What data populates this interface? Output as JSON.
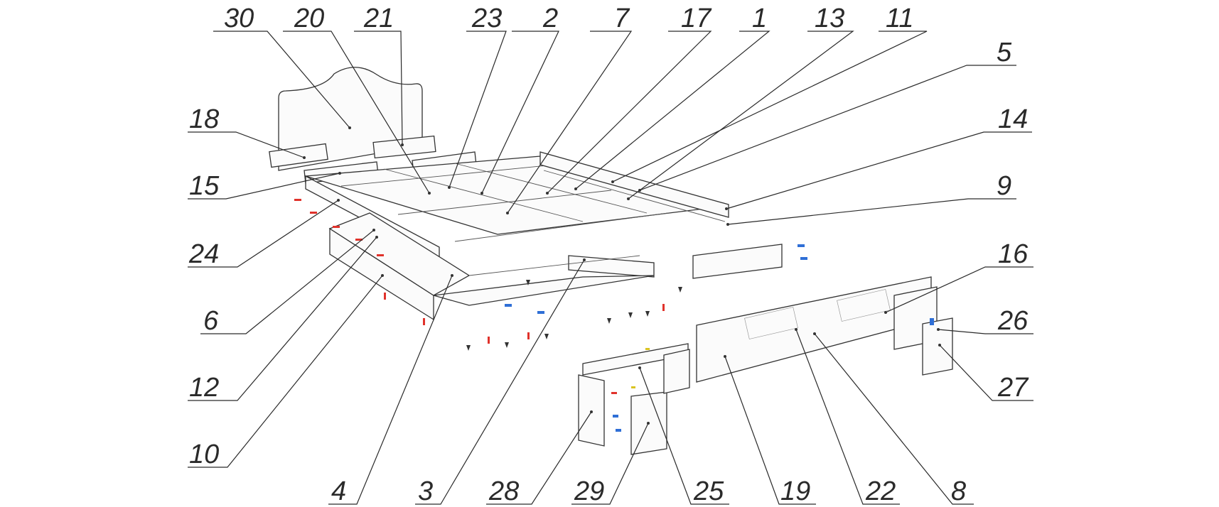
{
  "diagram": {
    "colors": {
      "line": "#2a2a2a",
      "hardware_red": "#e0322b",
      "hardware_blue": "#2f6fd6",
      "hardware_yellow": "#d9c321"
    },
    "callouts": [
      {
        "id": "30",
        "label": "30"
      },
      {
        "id": "20",
        "label": "20"
      },
      {
        "id": "21",
        "label": "21"
      },
      {
        "id": "23",
        "label": "23"
      },
      {
        "id": "2",
        "label": "2"
      },
      {
        "id": "7",
        "label": "7"
      },
      {
        "id": "17",
        "label": "17"
      },
      {
        "id": "1",
        "label": "1"
      },
      {
        "id": "13",
        "label": "13"
      },
      {
        "id": "11",
        "label": "11"
      },
      {
        "id": "5",
        "label": "5"
      },
      {
        "id": "14",
        "label": "14"
      },
      {
        "id": "9",
        "label": "9"
      },
      {
        "id": "16",
        "label": "16"
      },
      {
        "id": "26",
        "label": "26"
      },
      {
        "id": "27",
        "label": "27"
      },
      {
        "id": "18",
        "label": "18"
      },
      {
        "id": "15",
        "label": "15"
      },
      {
        "id": "24",
        "label": "24"
      },
      {
        "id": "6",
        "label": "6"
      },
      {
        "id": "12",
        "label": "12"
      },
      {
        "id": "10",
        "label": "10"
      },
      {
        "id": "4",
        "label": "4"
      },
      {
        "id": "3",
        "label": "3"
      },
      {
        "id": "28",
        "label": "28"
      },
      {
        "id": "29",
        "label": "29"
      },
      {
        "id": "25",
        "label": "25"
      },
      {
        "id": "19",
        "label": "19"
      },
      {
        "id": "22",
        "label": "22"
      },
      {
        "id": "8",
        "label": "8"
      }
    ]
  }
}
